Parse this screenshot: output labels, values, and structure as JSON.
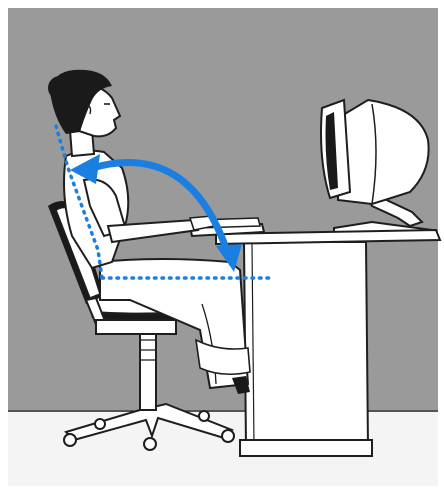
{
  "scene": {
    "subject": "ergonomic-seated-posture-illustration",
    "colors": {
      "wall": "#9a9a9a",
      "floor": "#f4f4f4",
      "outline": "#1e1e1e",
      "fill": "#ffffff",
      "hair": "#1a1a1a",
      "accent": "#1a7fe0",
      "dotted_line": "#1a7fe0"
    },
    "arrow": {
      "direction": "bidirectional",
      "icon": "curved-double-arrow"
    }
  }
}
